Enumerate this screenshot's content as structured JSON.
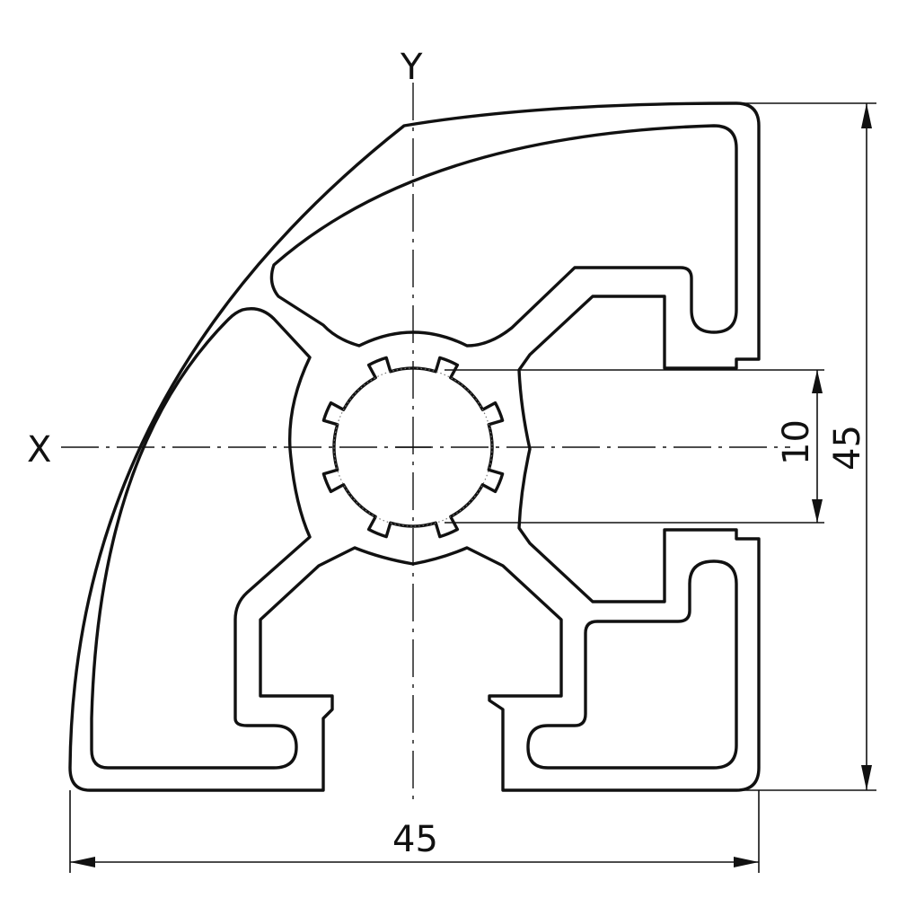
{
  "drawing": {
    "axis_x_label": "X",
    "axis_y_label": "Y",
    "dimensions": {
      "width": "45",
      "height": "45",
      "slot": "10"
    }
  },
  "colors": {
    "line": "#111111",
    "background": "#ffffff"
  }
}
